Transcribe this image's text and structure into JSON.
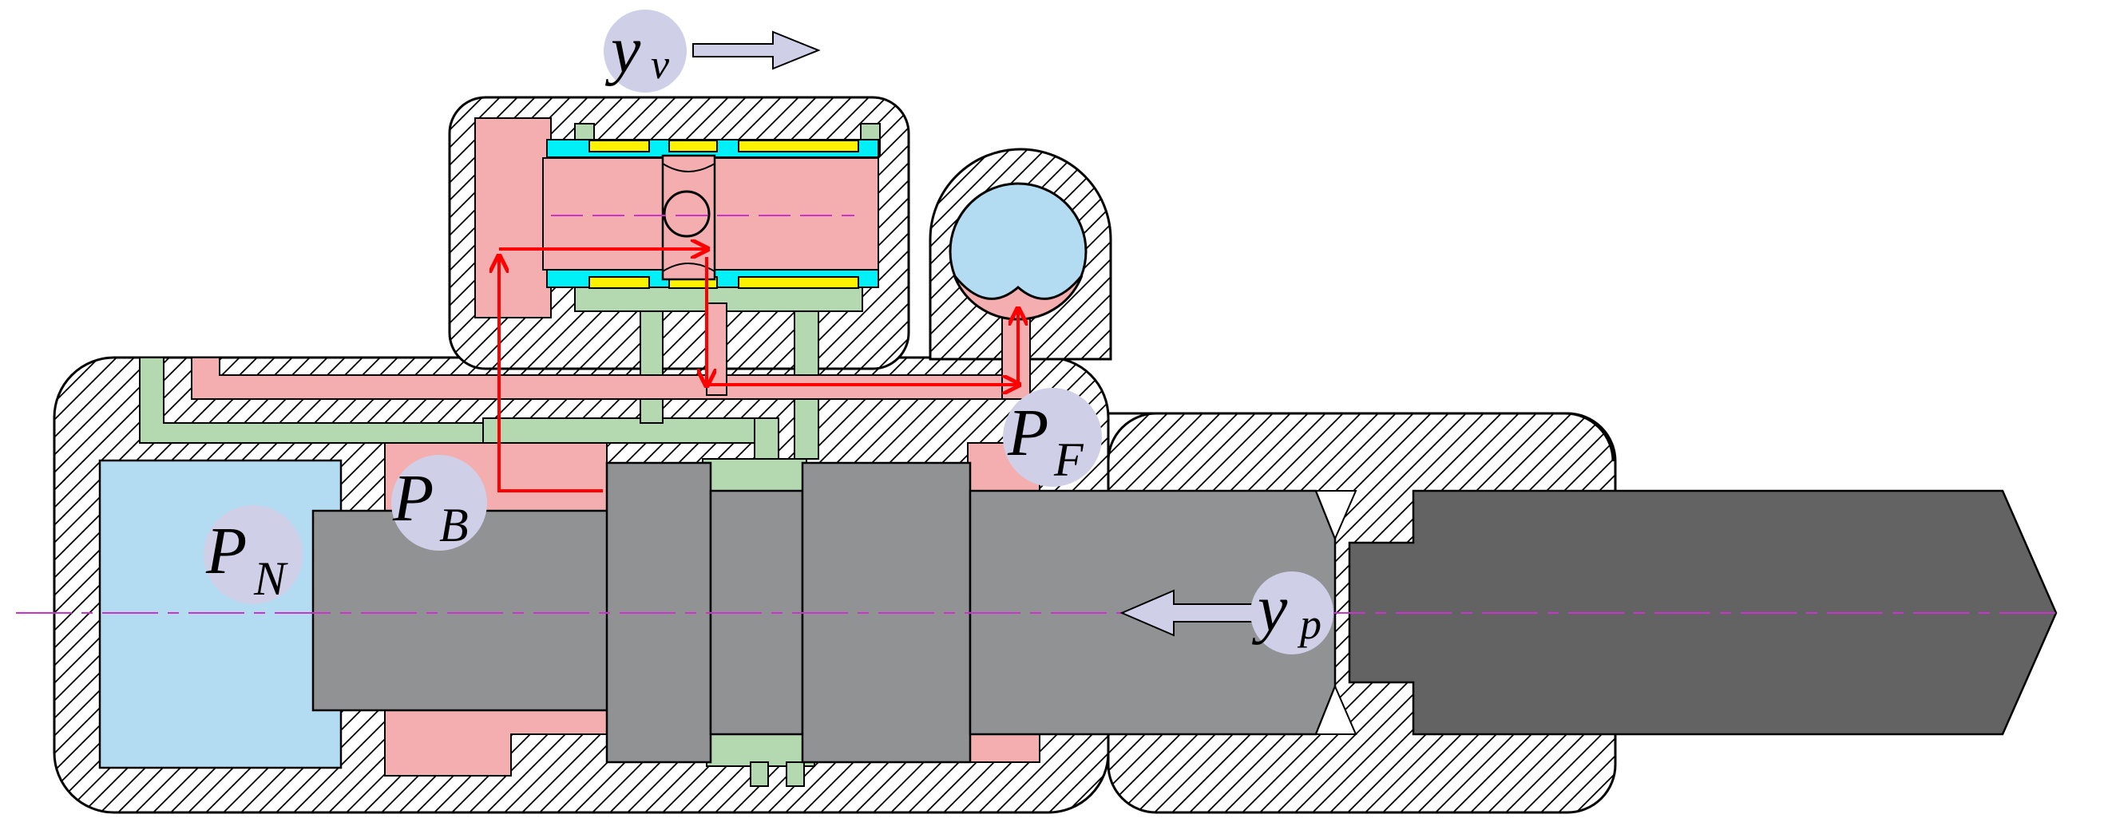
{
  "labels": {
    "yv_main": "y",
    "yv_sub": "v",
    "pf_main": "P",
    "pf_sub": "F",
    "pb_main": "P",
    "pb_sub": "B",
    "pn_main": "P",
    "pn_sub": "N",
    "yp_main": "y",
    "yp_sub": "p"
  },
  "colors": {
    "pressure_red": "#f4aeb0",
    "return_green": "#b4d8b0",
    "chamber_blue": "#b3dcf3",
    "sleeve_cyan": "#00f0f8",
    "seal_yellow": "#fcf200",
    "piston_grey": "#909294",
    "rod_dark": "#636363",
    "label_bubble": "#cfcfe8",
    "flow_arrow": "#ff0000",
    "centerline": "#cc33cc"
  }
}
